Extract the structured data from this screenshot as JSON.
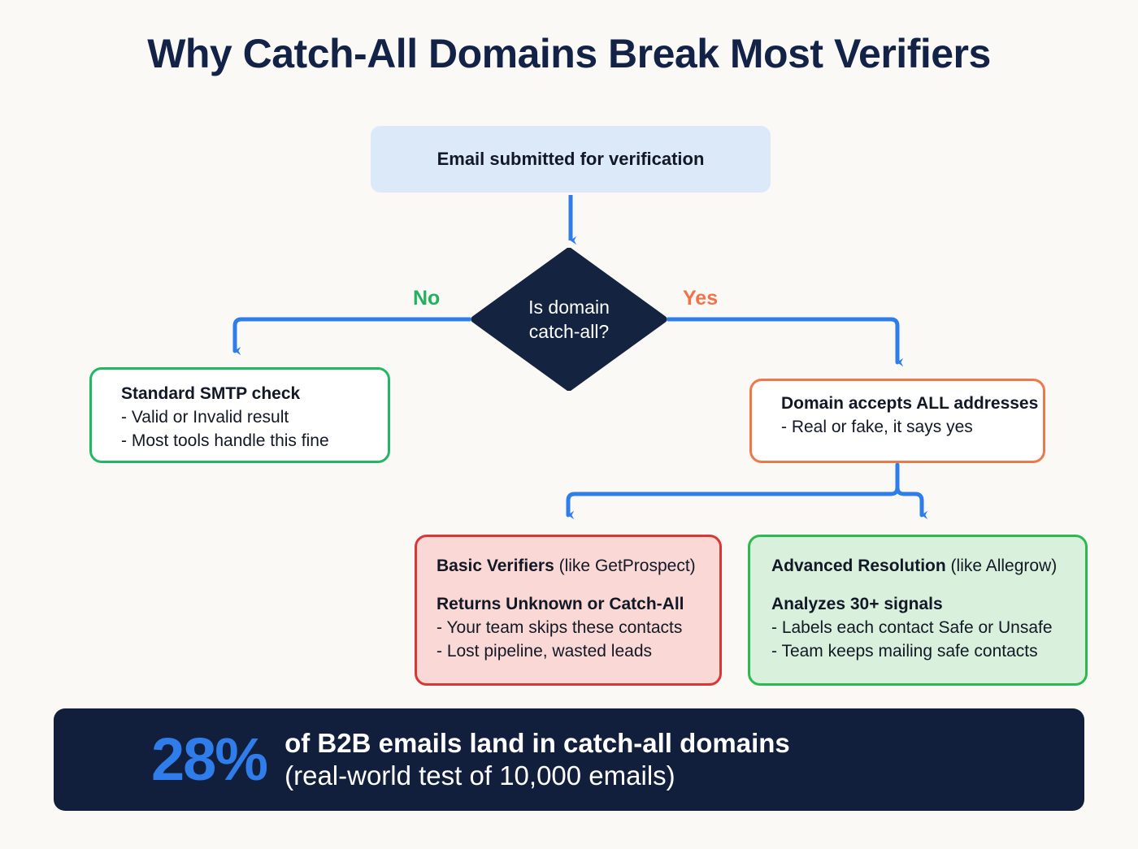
{
  "title": "Why Catch-All Domains Break Most Verifiers",
  "start_node": {
    "label": "Email submitted for verification"
  },
  "decision": {
    "line1": "Is domain",
    "line2": "catch-all?",
    "no_label": "No",
    "yes_label": "Yes"
  },
  "no_branch": {
    "heading": "Standard SMTP check",
    "bullet1": "- Valid or Invalid result",
    "bullet2": "- Most tools handle this fine"
  },
  "yes_branch": {
    "heading": "Domain accepts ALL addresses",
    "bullet1": "- Real or fake, it says yes"
  },
  "basic_verifiers": {
    "title_bold": "Basic Verifiers",
    "title_rest": " (like GetProspect)",
    "heading": "Returns Unknown or Catch-All",
    "bullet1": "- Your team skips these contacts",
    "bullet2": "- Lost pipeline, wasted leads"
  },
  "advanced_resolution": {
    "title_bold": "Advanced Resolution",
    "title_rest": " (like Allegrow)",
    "heading": "Analyzes 30+ signals",
    "bullet1": "- Labels each contact Safe or Unsafe",
    "bullet2": "- Team keeps mailing safe contacts"
  },
  "banner": {
    "stat": "28%",
    "line1": "of B2B emails land in catch-all domains",
    "line2": "(real-world test of 10,000 emails)"
  },
  "colors": {
    "background": "#faf9f6",
    "title": "#132247",
    "connector_blue": "#2f7dea",
    "start_fill": "#dce9f9",
    "diamond_fill": "#14233f",
    "green": "#22b863",
    "green_label": "#22b15e",
    "orange": "#ee7849",
    "orange_label": "#f2714a",
    "red_border": "#d93636",
    "red_fill": "#fad8d5",
    "green_fill": "#d9f0dd",
    "banner_bg": "#111f3d",
    "banner_stat": "#2f7dea"
  }
}
